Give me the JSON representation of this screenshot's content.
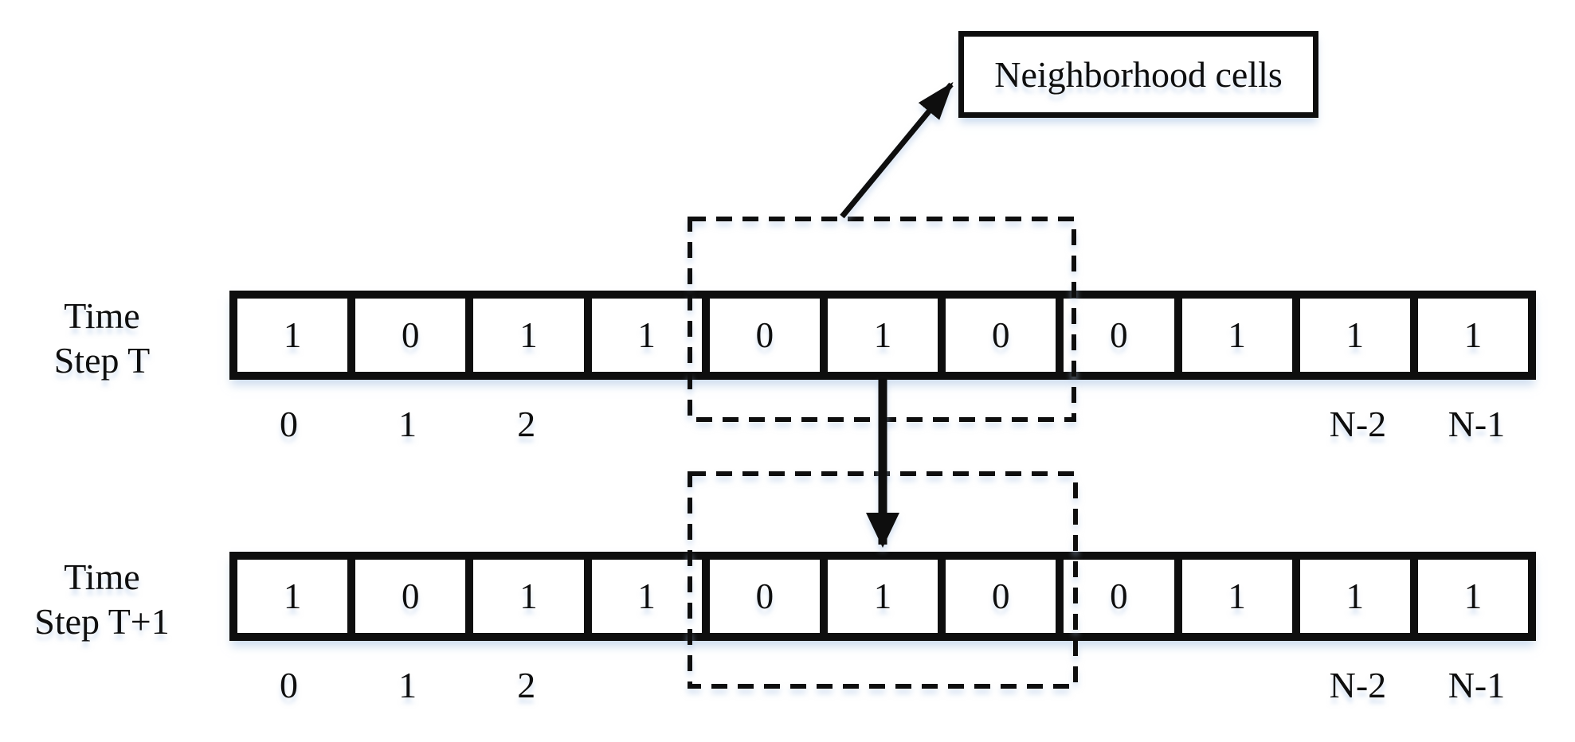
{
  "title_box": {
    "label": "Neighborhood cells"
  },
  "rows": [
    {
      "name": "time-step-t",
      "label_lines": [
        "Time",
        "Step T"
      ],
      "cells": [
        "1",
        "0",
        "1",
        "1",
        "0",
        "1",
        "0",
        "0",
        "1",
        "1",
        "1"
      ],
      "indices": [
        "0",
        "1",
        "2",
        "",
        "",
        "",
        "",
        "",
        "",
        "N-2",
        "N-1"
      ]
    },
    {
      "name": "time-step-t-plus-1",
      "label_lines": [
        "Time",
        "Step T+1"
      ],
      "cells": [
        "1",
        "0",
        "1",
        "1",
        "0",
        "1",
        "0",
        "0",
        "1",
        "1",
        "1"
      ],
      "indices": [
        "0",
        "1",
        "2",
        "",
        "",
        "",
        "",
        "",
        "",
        "N-2",
        "N-1"
      ]
    }
  ],
  "neighborhood": {
    "highlighted_cell_indices": [
      4,
      5,
      6
    ],
    "arrow_target_cell_index": 5
  },
  "colors": {
    "line": "#0e0e0e",
    "background": "#ffffff",
    "shadow": "rgba(174,198,229,0.55)"
  }
}
